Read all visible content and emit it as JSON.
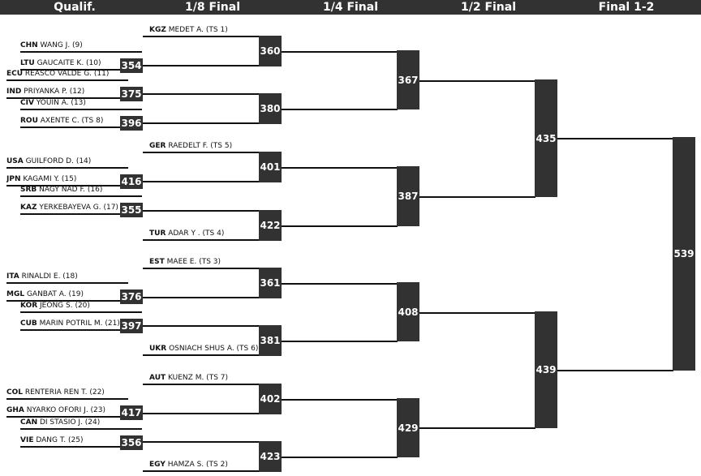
{
  "rounds": [
    "Qualif.",
    "1/8 Final",
    "1/4 Final",
    "1/2 Final",
    "Final 1-2"
  ],
  "colors": {
    "header_bg": "#323232",
    "box_bg": "#323232",
    "text_on_dark": "#ffffff",
    "line": "#111111"
  },
  "qualif": [
    {
      "country": "CHN",
      "name": "WANG J. (9)"
    },
    {
      "country": "LTU",
      "name": "GAUCAITE K. (10)",
      "score": "354"
    },
    {
      "country": "ECU",
      "name": "REASCO VALDE G. (11)"
    },
    {
      "country": "IND",
      "name": "PRIYANKA P. (12)",
      "score": "375"
    },
    {
      "country": "CIV",
      "name": "YOUIN A. (13)"
    },
    {
      "country": "ROU",
      "name": "AXENTE C. (TS 8)",
      "score": "396"
    },
    {
      "country": "USA",
      "name": "GUILFORD D. (14)"
    },
    {
      "country": "JPN",
      "name": "KAGAMI Y. (15)",
      "score": "416"
    },
    {
      "country": "SRB",
      "name": "NAGY NAD F. (16)"
    },
    {
      "country": "KAZ",
      "name": "YERKEBAYEVA G. (17)",
      "score": "355"
    },
    {
      "country": "ITA",
      "name": "RINALDI E. (18)"
    },
    {
      "country": "MGL",
      "name": "GANBAT A. (19)",
      "score": "376"
    },
    {
      "country": "KOR",
      "name": "JEONG S. (20)"
    },
    {
      "country": "CUB",
      "name": "MARIN POTRIL M. (21)",
      "score": "397"
    },
    {
      "country": "COL",
      "name": "RENTERIA REN T. (22)"
    },
    {
      "country": "GHA",
      "name": "NYARKO OFORI J. (23)",
      "score": "417"
    },
    {
      "country": "CAN",
      "name": "DI STASIO J. (24)"
    },
    {
      "country": "VIE",
      "name": "DANG T. (25)",
      "score": "356"
    }
  ],
  "r16": [
    {
      "top": {
        "country": "KGZ",
        "name": "MEDET A. (TS 1)"
      },
      "score": "360"
    },
    {
      "score": "380"
    },
    {
      "top": {
        "country": "GER",
        "name": "RAEDELT F. (TS 5)"
      },
      "score": "401"
    },
    {
      "bottom": {
        "country": "TUR",
        "name": "ADAR Y . (TS 4)"
      },
      "score": "422"
    },
    {
      "top": {
        "country": "EST",
        "name": "MAEE E. (TS 3)"
      },
      "score": "361"
    },
    {
      "bottom": {
        "country": "UKR",
        "name": "OSNIACH SHUS A. (TS 6)"
      },
      "score": "381"
    },
    {
      "top": {
        "country": "AUT",
        "name": "KUENZ M. (TS 7)"
      },
      "score": "402"
    },
    {
      "bottom": {
        "country": "EGY",
        "name": "HAMZA S. (TS 2)"
      },
      "score": "423"
    }
  ],
  "qf": [
    "367",
    "387",
    "408",
    "429"
  ],
  "sf": [
    "435",
    "439"
  ],
  "final": "539"
}
